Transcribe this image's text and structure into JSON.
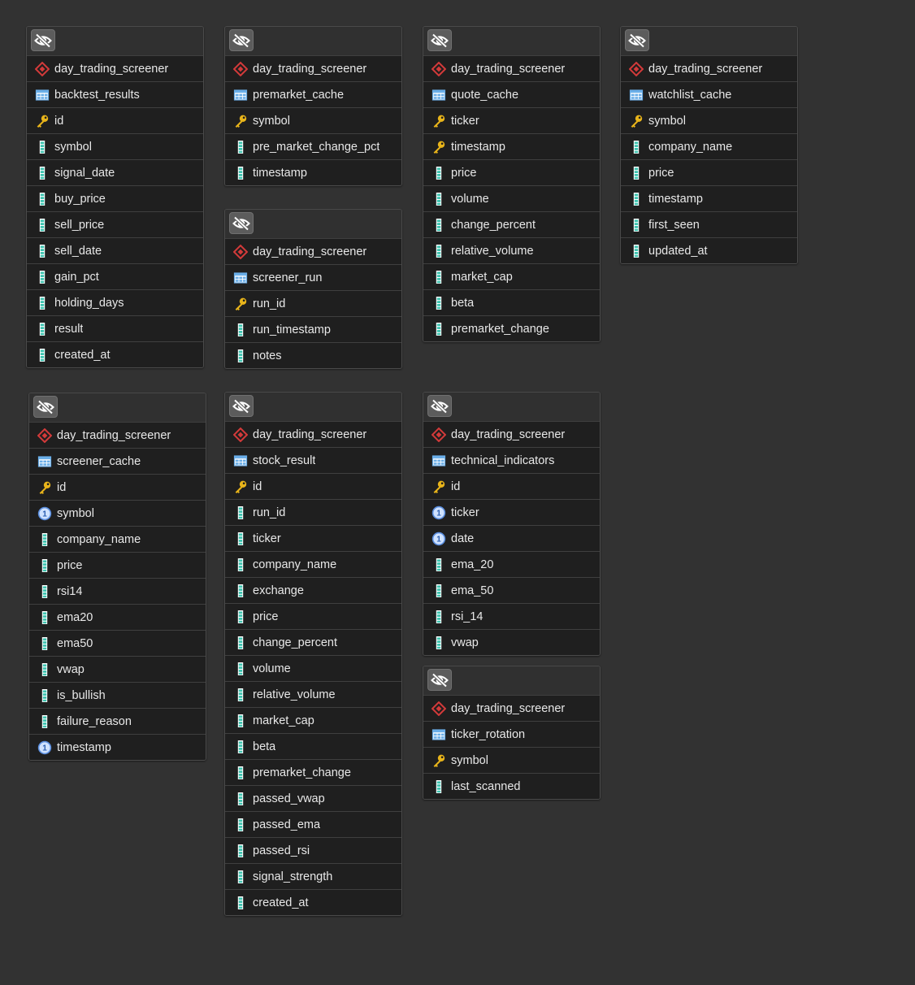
{
  "colors": {
    "background": "#323232",
    "row_background": "#1f1f1f",
    "header_background": "#303030",
    "text": "#e8e8e8",
    "schema_icon": "#d33a3a",
    "table_icon": "#6aaee8",
    "key_icon": "#e8b41a",
    "column_icon": "#3ec4b0",
    "index_icon": "#5b8fe0"
  },
  "tables": [
    {
      "name": "card-backtest-results",
      "rows": [
        {
          "icon": "schema-icon",
          "text": "day_trading_screener"
        },
        {
          "icon": "table-icon",
          "text": "backtest_results"
        },
        {
          "icon": "key-icon",
          "text": "id"
        },
        {
          "icon": "column-icon",
          "text": "symbol"
        },
        {
          "icon": "column-icon",
          "text": "signal_date"
        },
        {
          "icon": "column-icon",
          "text": "buy_price"
        },
        {
          "icon": "column-icon",
          "text": "sell_price"
        },
        {
          "icon": "column-icon",
          "text": "sell_date"
        },
        {
          "icon": "column-icon",
          "text": "gain_pct"
        },
        {
          "icon": "column-icon",
          "text": "holding_days"
        },
        {
          "icon": "column-icon",
          "text": "result"
        },
        {
          "icon": "column-icon",
          "text": "created_at"
        }
      ]
    },
    {
      "name": "card-premarket-cache",
      "rows": [
        {
          "icon": "schema-icon",
          "text": "day_trading_screener"
        },
        {
          "icon": "table-icon",
          "text": "premarket_cache"
        },
        {
          "icon": "key-icon",
          "text": "symbol"
        },
        {
          "icon": "column-icon",
          "text": "pre_market_change_pct"
        },
        {
          "icon": "column-icon",
          "text": "timestamp"
        }
      ]
    },
    {
      "name": "card-screener-run",
      "rows": [
        {
          "icon": "schema-icon",
          "text": "day_trading_screener"
        },
        {
          "icon": "table-icon",
          "text": "screener_run"
        },
        {
          "icon": "key-icon",
          "text": "run_id"
        },
        {
          "icon": "column-icon",
          "text": "run_timestamp"
        },
        {
          "icon": "column-icon",
          "text": "notes"
        }
      ]
    },
    {
      "name": "card-quote-cache",
      "rows": [
        {
          "icon": "schema-icon",
          "text": "day_trading_screener"
        },
        {
          "icon": "table-icon",
          "text": "quote_cache"
        },
        {
          "icon": "key-icon",
          "text": "ticker"
        },
        {
          "icon": "key-icon",
          "text": "timestamp"
        },
        {
          "icon": "column-icon",
          "text": "price"
        },
        {
          "icon": "column-icon",
          "text": "volume"
        },
        {
          "icon": "column-icon",
          "text": "change_percent"
        },
        {
          "icon": "column-icon",
          "text": "relative_volume"
        },
        {
          "icon": "column-icon",
          "text": "market_cap"
        },
        {
          "icon": "column-icon",
          "text": "beta"
        },
        {
          "icon": "column-icon",
          "text": "premarket_change"
        }
      ]
    },
    {
      "name": "card-watchlist-cache",
      "rows": [
        {
          "icon": "schema-icon",
          "text": "day_trading_screener"
        },
        {
          "icon": "table-icon",
          "text": "watchlist_cache"
        },
        {
          "icon": "key-icon",
          "text": "symbol"
        },
        {
          "icon": "column-icon",
          "text": "company_name"
        },
        {
          "icon": "column-icon",
          "text": "price"
        },
        {
          "icon": "column-icon",
          "text": "timestamp"
        },
        {
          "icon": "column-icon",
          "text": "first_seen"
        },
        {
          "icon": "column-icon",
          "text": "updated_at"
        }
      ]
    },
    {
      "name": "card-screener-cache",
      "rows": [
        {
          "icon": "schema-icon",
          "text": "day_trading_screener"
        },
        {
          "icon": "table-icon",
          "text": "screener_cache"
        },
        {
          "icon": "key-icon",
          "text": "id"
        },
        {
          "icon": "index-icon",
          "text": "symbol"
        },
        {
          "icon": "column-icon",
          "text": "company_name"
        },
        {
          "icon": "column-icon",
          "text": "price"
        },
        {
          "icon": "column-icon",
          "text": "rsi14"
        },
        {
          "icon": "column-icon",
          "text": "ema20"
        },
        {
          "icon": "column-icon",
          "text": "ema50"
        },
        {
          "icon": "column-icon",
          "text": "vwap"
        },
        {
          "icon": "column-icon",
          "text": "is_bullish"
        },
        {
          "icon": "column-icon",
          "text": "failure_reason"
        },
        {
          "icon": "index-icon",
          "text": "timestamp"
        }
      ]
    },
    {
      "name": "card-stock-result",
      "rows": [
        {
          "icon": "schema-icon",
          "text": "day_trading_screener"
        },
        {
          "icon": "table-icon",
          "text": "stock_result"
        },
        {
          "icon": "key-icon",
          "text": "id"
        },
        {
          "icon": "column-icon",
          "text": "run_id"
        },
        {
          "icon": "column-icon",
          "text": "ticker"
        },
        {
          "icon": "column-icon",
          "text": "company_name"
        },
        {
          "icon": "column-icon",
          "text": "exchange"
        },
        {
          "icon": "column-icon",
          "text": "price"
        },
        {
          "icon": "column-icon",
          "text": "change_percent"
        },
        {
          "icon": "column-icon",
          "text": "volume"
        },
        {
          "icon": "column-icon",
          "text": "relative_volume"
        },
        {
          "icon": "column-icon",
          "text": "market_cap"
        },
        {
          "icon": "column-icon",
          "text": "beta"
        },
        {
          "icon": "column-icon",
          "text": "premarket_change"
        },
        {
          "icon": "column-icon",
          "text": "passed_vwap"
        },
        {
          "icon": "column-icon",
          "text": "passed_ema"
        },
        {
          "icon": "column-icon",
          "text": "passed_rsi"
        },
        {
          "icon": "column-icon",
          "text": "signal_strength"
        },
        {
          "icon": "column-icon",
          "text": "created_at"
        }
      ]
    },
    {
      "name": "card-technical-indicators",
      "rows": [
        {
          "icon": "schema-icon",
          "text": "day_trading_screener"
        },
        {
          "icon": "table-icon",
          "text": "technical_indicators"
        },
        {
          "icon": "key-icon",
          "text": "id"
        },
        {
          "icon": "index-icon",
          "text": "ticker"
        },
        {
          "icon": "index-icon",
          "text": "date"
        },
        {
          "icon": "column-icon",
          "text": "ema_20"
        },
        {
          "icon": "column-icon",
          "text": "ema_50"
        },
        {
          "icon": "column-icon",
          "text": "rsi_14"
        },
        {
          "icon": "column-icon",
          "text": "vwap"
        }
      ]
    },
    {
      "name": "card-ticker-rotation",
      "rows": [
        {
          "icon": "schema-icon",
          "text": "day_trading_screener"
        },
        {
          "icon": "table-icon",
          "text": "ticker_rotation"
        },
        {
          "icon": "key-icon",
          "text": "symbol"
        },
        {
          "icon": "column-icon",
          "text": "last_scanned"
        }
      ]
    }
  ]
}
